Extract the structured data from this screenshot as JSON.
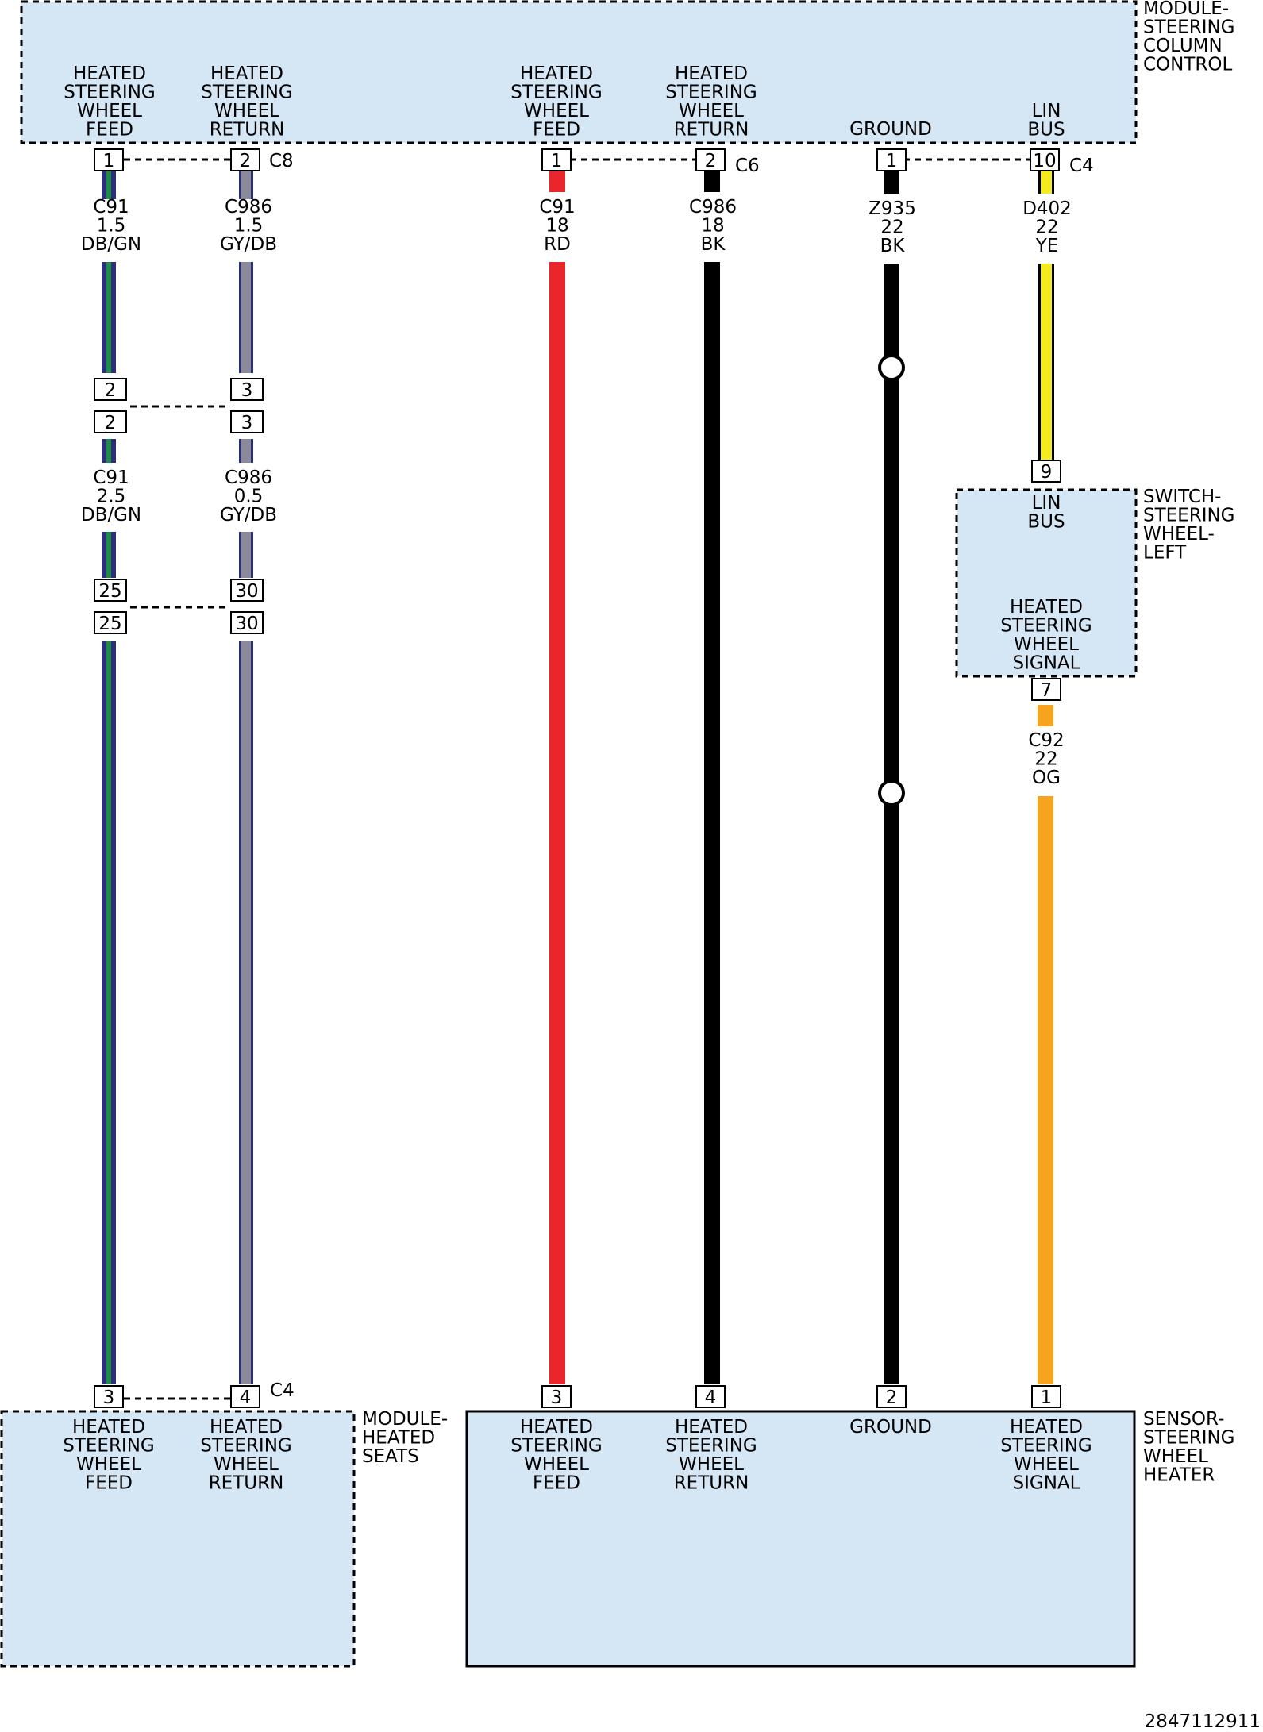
{
  "diagram_id": "2847112911",
  "components": {
    "module_steering_column_control": {
      "title": [
        "MODULE-",
        "STEERING",
        "COLUMN",
        "CONTROL"
      ],
      "terminals": {
        "hsw_feed_1": [
          "HEATED",
          "STEERING",
          "WHEEL",
          "FEED"
        ],
        "hsw_return_1": [
          "HEATED",
          "STEERING",
          "WHEEL",
          "RETURN"
        ],
        "hsw_feed_2": [
          "HEATED",
          "STEERING",
          "WHEEL",
          "FEED"
        ],
        "hsw_return_2": [
          "HEATED",
          "STEERING",
          "WHEEL",
          "RETURN"
        ],
        "ground": [
          "GROUND"
        ],
        "lin_bus": [
          "LIN",
          "BUS"
        ]
      },
      "connectors": {
        "c8": "C8",
        "c6": "C6",
        "c4": "C4"
      },
      "pins": {
        "p1a": "1",
        "p2a": "2",
        "p1b": "1",
        "p2b": "2",
        "p1c": "1",
        "p10": "10"
      }
    },
    "switch_steering_wheel_left": {
      "title": [
        "SWITCH-",
        "STEERING",
        "WHEEL-",
        "LEFT"
      ],
      "terminals": {
        "lin_bus": [
          "LIN",
          "BUS"
        ],
        "hsw_signal": [
          "HEATED",
          "STEERING",
          "WHEEL",
          "SIGNAL"
        ]
      },
      "pins": {
        "top": "9",
        "bottom": "7"
      }
    },
    "module_heated_seats": {
      "title": [
        "MODULE-",
        "HEATED",
        "SEATS"
      ],
      "terminals": {
        "hsw_feed": [
          "HEATED",
          "STEERING",
          "WHEEL",
          "FEED"
        ],
        "hsw_return": [
          "HEATED",
          "STEERING",
          "WHEEL",
          "RETURN"
        ]
      },
      "connector": "C4",
      "pins": {
        "p3": "3",
        "p4": "4"
      }
    },
    "sensor_steering_wheel_heater": {
      "title": [
        "SENSOR-",
        "STEERING",
        "WHEEL",
        "HEATER"
      ],
      "terminals": {
        "hsw_feed": [
          "HEATED",
          "STEERING",
          "WHEEL",
          "FEED"
        ],
        "hsw_return": [
          "HEATED",
          "STEERING",
          "WHEEL",
          "RETURN"
        ],
        "ground": [
          "GROUND"
        ],
        "hsw_signal": [
          "HEATED",
          "STEERING",
          "WHEEL",
          "SIGNAL"
        ]
      },
      "pins": {
        "p3": "3",
        "p4": "4",
        "p2": "2",
        "p1": "1"
      }
    }
  },
  "inline_connectors": {
    "first": {
      "left_top": "2",
      "right_top": "3",
      "left_bottom": "2",
      "right_bottom": "3"
    },
    "second": {
      "left_top": "25",
      "right_top": "30",
      "left_bottom": "25",
      "right_bottom": "30"
    }
  },
  "wires": {
    "c91_upper": [
      "C91",
      "1.5",
      "DB/GN"
    ],
    "c986_upper": [
      "C986",
      "1.5",
      "GY/DB"
    ],
    "c91_mid": [
      "C91",
      "2.5",
      "DB/GN"
    ],
    "c986_mid": [
      "C986",
      "0.5",
      "GY/DB"
    ],
    "c91_rd": [
      "C91",
      "18",
      "RD"
    ],
    "c986_bk": [
      "C986",
      "18",
      "BK"
    ],
    "z935": [
      "Z935",
      "22",
      "BK"
    ],
    "d402": [
      "D402",
      "22",
      "YE"
    ],
    "c92": [
      "C92",
      "22",
      "OG"
    ]
  },
  "colors": {
    "box_fill": "#d5e6f5",
    "dark_blue": "#2b2f7a",
    "green": "#1f8a46",
    "gray": "#8a8a9a",
    "red": "#e8262b",
    "black": "#000000",
    "yellow": "#f4ec1c",
    "orange": "#f6a31e"
  }
}
